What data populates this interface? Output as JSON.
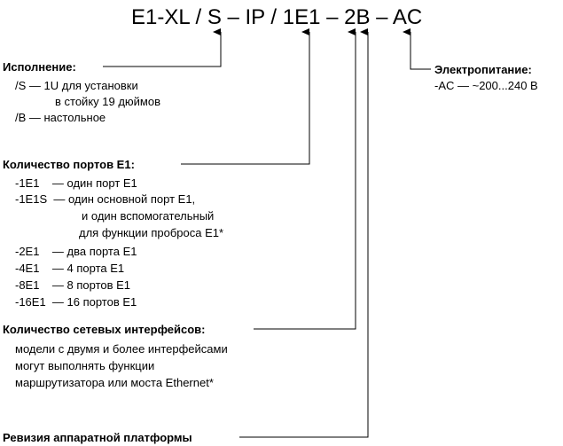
{
  "code": "E1-XL / S – IP / 1E1 – 2B – AC",
  "execution": {
    "title": "Исполнение:",
    "lines": [
      "/S — 1U для установки",
      "в стойку 19 дюймов",
      "/В — настольное"
    ]
  },
  "power": {
    "title": "Электропитание:",
    "lines": [
      "-AC — ~200...240 В"
    ]
  },
  "ports": {
    "title": "Количество портов Е1:",
    "lines": [
      "-1E1    — один порт Е1",
      "-1E1S  — один основной порт Е1,",
      "и один вспомогательный",
      "для функции проброса Е1*",
      "-2E1    — два порта Е1",
      "-4E1    — 4 порта Е1",
      "-8E1    — 8 портов Е1",
      "-16E1  — 16 портов Е1"
    ]
  },
  "network": {
    "title": "Количество сетевых интерфейсов:",
    "lines": [
      "модели с двумя и более интерфейсами",
      "могут выполнять функции",
      "маршрутизатора или моста Ethernet*"
    ]
  },
  "revision": {
    "title": "Ревизия аппаратной платформы"
  },
  "colors": {
    "text": "#000000",
    "lines": "#000000",
    "background": "#ffffff"
  }
}
